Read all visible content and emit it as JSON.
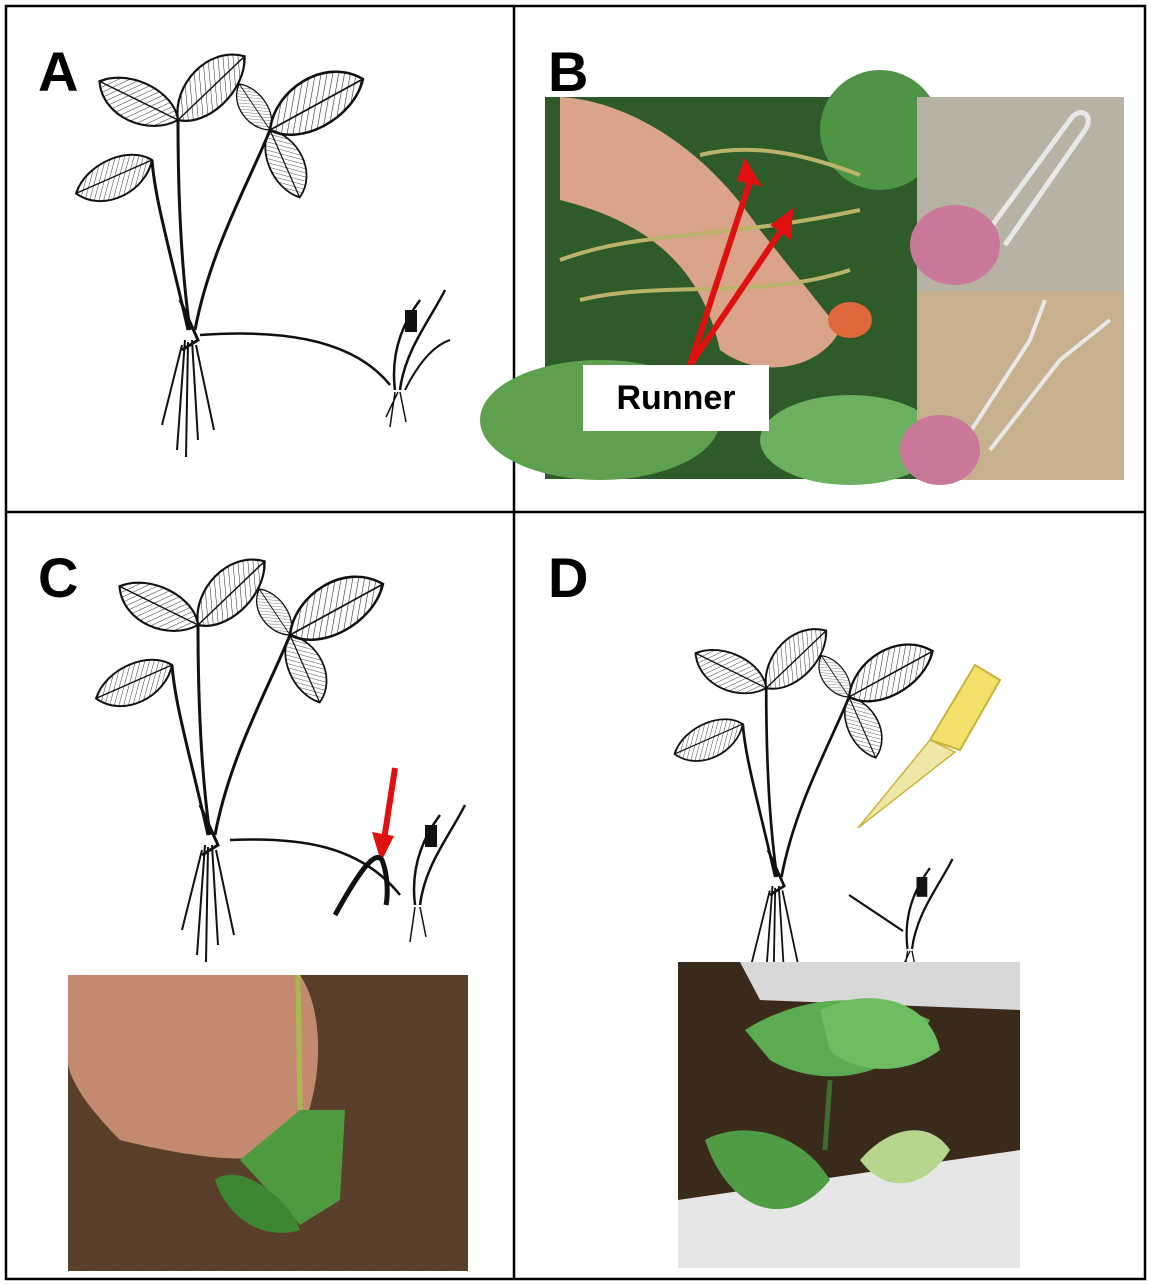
{
  "panels": [
    {
      "label": "A"
    },
    {
      "label": "B",
      "annotation": "Runner"
    },
    {
      "label": "C"
    },
    {
      "label": "D"
    }
  ],
  "colors": {
    "grid_line": "#000000",
    "arrow": "#e01010",
    "leaf_green": "#3f8f3a",
    "soil": "#6b4a2f",
    "knife_yellow": "#f2e06a"
  }
}
